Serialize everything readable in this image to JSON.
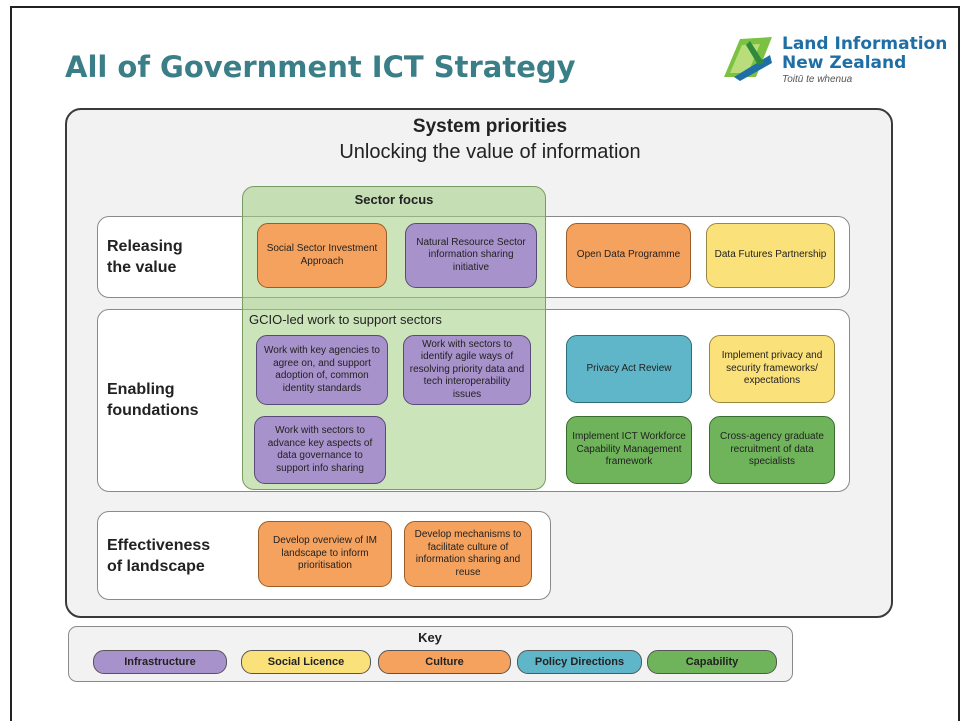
{
  "slide": {
    "title": "All of Government ICT Strategy"
  },
  "logo": {
    "line1": "Land Information",
    "line2": "New Zealand",
    "tagline": "Toitū te whenua",
    "colors": {
      "green": "#7cc242",
      "blue": "#1f6fa6"
    }
  },
  "system": {
    "title": "System priorities",
    "subtitle": "Unlocking the value of information"
  },
  "sector_focus": {
    "title": "Sector focus",
    "gcio_label": "GCIO-led work to support sectors"
  },
  "rows": [
    {
      "label_line1": "Releasing",
      "label_line2": "the value"
    },
    {
      "label_line1": "Enabling",
      "label_line2": "foundations"
    },
    {
      "label_line1": "Effectiveness",
      "label_line2": "of landscape"
    }
  ],
  "initiatives": {
    "social_sector": "Social Sector Investment Approach",
    "natural_resource": "Natural Resource Sector information sharing initiative",
    "open_data": "Open Data Programme",
    "data_futures": "Data Futures Partnership",
    "identity_standards": "Work with key agencies to agree on, and support adoption of, common identity standards",
    "agile_ways": "Work with sectors to identify agile ways of resolving priority data and tech interoperability issues",
    "data_governance": "Work with sectors to advance key aspects of data governance to support info sharing",
    "privacy_act": "Privacy Act Review",
    "privacy_frameworks": "Implement privacy and security frameworks/ expectations",
    "workforce": "Implement ICT Workforce Capability Management framework",
    "recruitment": "Cross-agency graduate recruitment of data specialists",
    "im_overview": "Develop overview of IM landscape to inform prioritisation",
    "mechanisms": "Develop mechanisms to facilitate culture of information sharing and reuse"
  },
  "key": {
    "title": "Key",
    "items": [
      {
        "label": "Infrastructure",
        "color": "#a892cb"
      },
      {
        "label": "Social Licence",
        "color": "#fbe17a"
      },
      {
        "label": "Culture",
        "color": "#f5a25e"
      },
      {
        "label": "Policy Directions",
        "color": "#5fb6c8"
      },
      {
        "label": "Capability",
        "color": "#6fb45a"
      }
    ]
  }
}
